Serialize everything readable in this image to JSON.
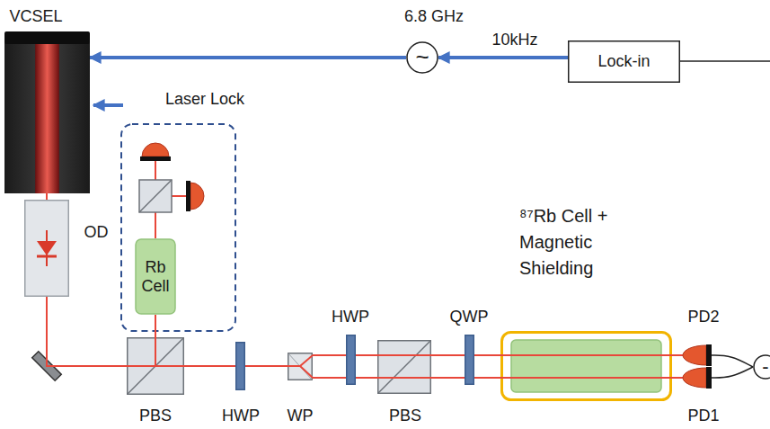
{
  "diagram": {
    "nodes": [
      {
        "text": [
          "VCSEL"
        ]
      },
      {
        "text": [
          "~"
        ]
      },
      {
        "text": [
          "Lock-in"
        ]
      },
      {
        "text": [
          "OD"
        ]
      },
      {
        "text": [
          "Rb Cell"
        ]
      },
      {
        "text": [
          "PBS"
        ]
      },
      {
        "text": [
          "HWP"
        ]
      },
      {
        "text": [
          "WP"
        ]
      },
      {
        "text": [
          "HWP"
        ]
      },
      {
        "text": [
          "PBS"
        ]
      },
      {
        "text": [
          "QWP"
        ]
      },
      {
        "text": [
          "⁸⁷Rb Cell + Magnetic Shielding"
        ]
      },
      {
        "text": [
          "PD2"
        ]
      },
      {
        "text": [
          "PD1"
        ]
      },
      {
        "text": [
          "-"
        ]
      }
    ],
    "edges": [
      {
        "from": 2,
        "to": 1,
        "arrow": "to",
        "label": "10kHz"
      },
      {
        "from": 1,
        "to": 0,
        "arrow": "to"
      },
      {
        "from": 0,
        "to": 3,
        "arrow": "none"
      },
      {
        "from": 3,
        "to": 5,
        "arrow": "none"
      },
      {
        "from": 5,
        "to": 4,
        "arrow": "none"
      },
      {
        "from": 5,
        "to": 6,
        "arrow": "none"
      },
      {
        "from": 6,
        "to": 7,
        "arrow": "none"
      },
      {
        "from": 7,
        "to": 8,
        "arrow": "none"
      },
      {
        "from": 8,
        "to": 9,
        "arrow": "none"
      },
      {
        "from": 9,
        "to": 10,
        "arrow": "none"
      },
      {
        "from": 10,
        "to": 11,
        "arrow": "none"
      },
      {
        "from": 11,
        "to": 12,
        "arrow": "none"
      },
      {
        "from": 11,
        "to": 13,
        "arrow": "none"
      },
      {
        "from": 12,
        "to": 14,
        "arrow": "none"
      },
      {
        "from": 13,
        "to": 14,
        "arrow": "none"
      }
    ],
    "labels": [
      "6.8 GHz",
      "Laser Lock"
    ]
  }
}
